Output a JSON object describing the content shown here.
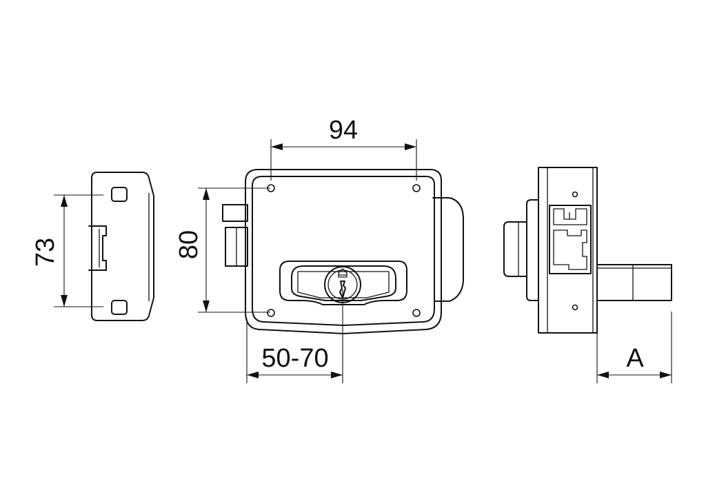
{
  "drawing": {
    "dimensions": {
      "strike_height": "73",
      "lock_height": "80",
      "hole_spacing": "94",
      "backset": "50-70",
      "cylinder_projection": "A"
    }
  }
}
